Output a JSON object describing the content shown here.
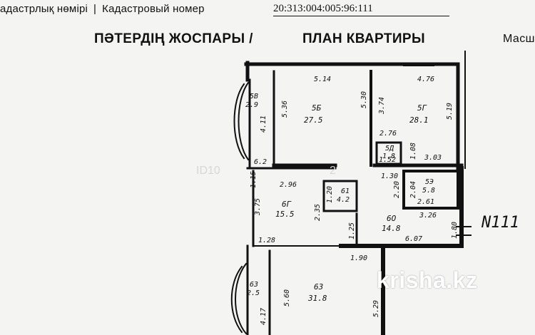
{
  "header": {
    "cadastral_label_kz": "адастрлық нөмірі",
    "cadastral_label_ru": "Кадастровый номер",
    "cadastral_number": "20:313:004:005:96:111"
  },
  "title": {
    "kz": "ПӘТЕРДІҢ ЖОСПАРЫ /",
    "ru": "ПЛАН КВАРТИРЫ",
    "scale_prefix": "Масш"
  },
  "flat_number": "N111",
  "watermark_id": "ID10",
  "watermark_tail": "2",
  "logo": "krisha.kz",
  "rooms": [
    {
      "id": "5Б",
      "area": "27.5"
    },
    {
      "id": "5Г",
      "area": "28.1"
    },
    {
      "id": "5В",
      "area": "2.9"
    },
    {
      "id": "5Д",
      "area": "1.8"
    },
    {
      "id": "5Э",
      "area": "5.8"
    },
    {
      "id": "6Г",
      "area": "15.5"
    },
    {
      "id": "61",
      "area": "4.2"
    },
    {
      "id": "6О",
      "area": "14.8"
    },
    {
      "id": "6З",
      "area": "31.8"
    },
    {
      "id": "63",
      "area": "2.5"
    }
  ],
  "dimensions": {
    "d_514": "5.14",
    "d_476": "4.76",
    "d_536": "5.36",
    "d_530": "5.30",
    "d_374": "3.74",
    "d_519": "5.19",
    "d_411": "4.11",
    "d_276": "2.76",
    "d_303": "3.03",
    "d_108": "1.08",
    "d_152": "1.52",
    "d_62": "6.2",
    "d_296": "2.96",
    "d_130": "1.30",
    "d_204": "2.04",
    "d_220": "2.20",
    "d_261": "2.61",
    "d_326": "3.26",
    "d_375": "3.75",
    "d_235": "2.35",
    "d_120": "1.20",
    "d_115": "1.15",
    "d_607": "6.07",
    "d_180": "1.80",
    "d_125": "1.25",
    "d_128": "1.28",
    "d_190": "1.90",
    "d_560": "5.60",
    "d_529": "5.29",
    "d_417": "4.17"
  }
}
